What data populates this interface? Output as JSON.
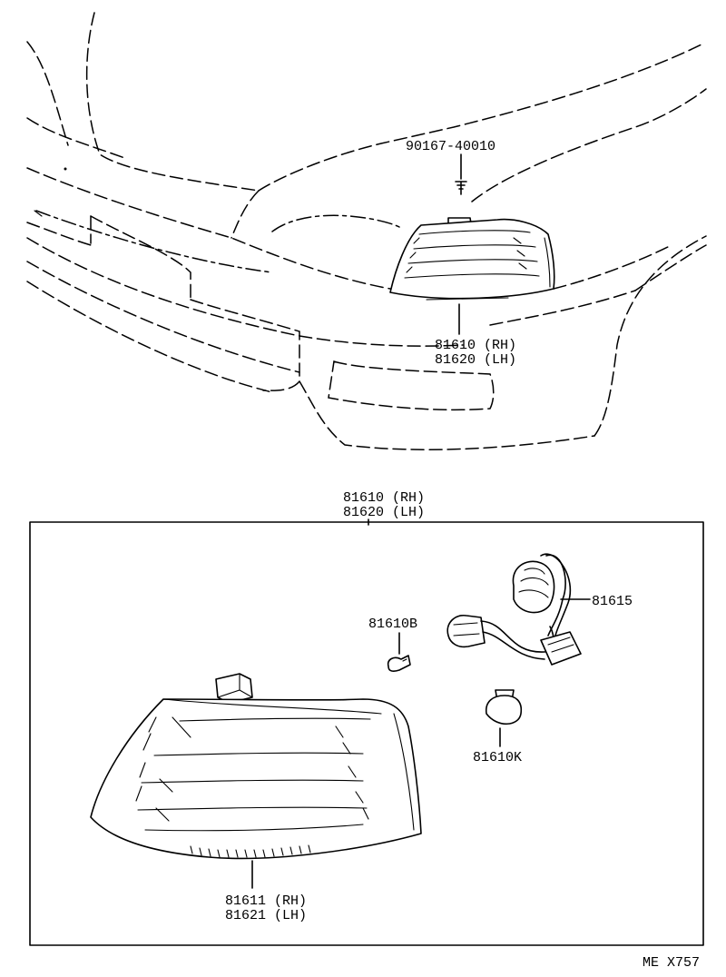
{
  "upper_view": {
    "screw_part_no": "90167-40010",
    "lamp_assy_rh": "81610 (RH)",
    "lamp_assy_lh": "81620 (LH)"
  },
  "exploded_view": {
    "assy_rh": "81610 (RH)",
    "assy_lh": "81620 (LH)",
    "socket_wire": "81615",
    "bulb_small": "81610B",
    "bulb_large": "81610K",
    "lens_rh": "81611 (RH)",
    "lens_lh": "81621 (LH)"
  },
  "figure_code": "ME X757"
}
